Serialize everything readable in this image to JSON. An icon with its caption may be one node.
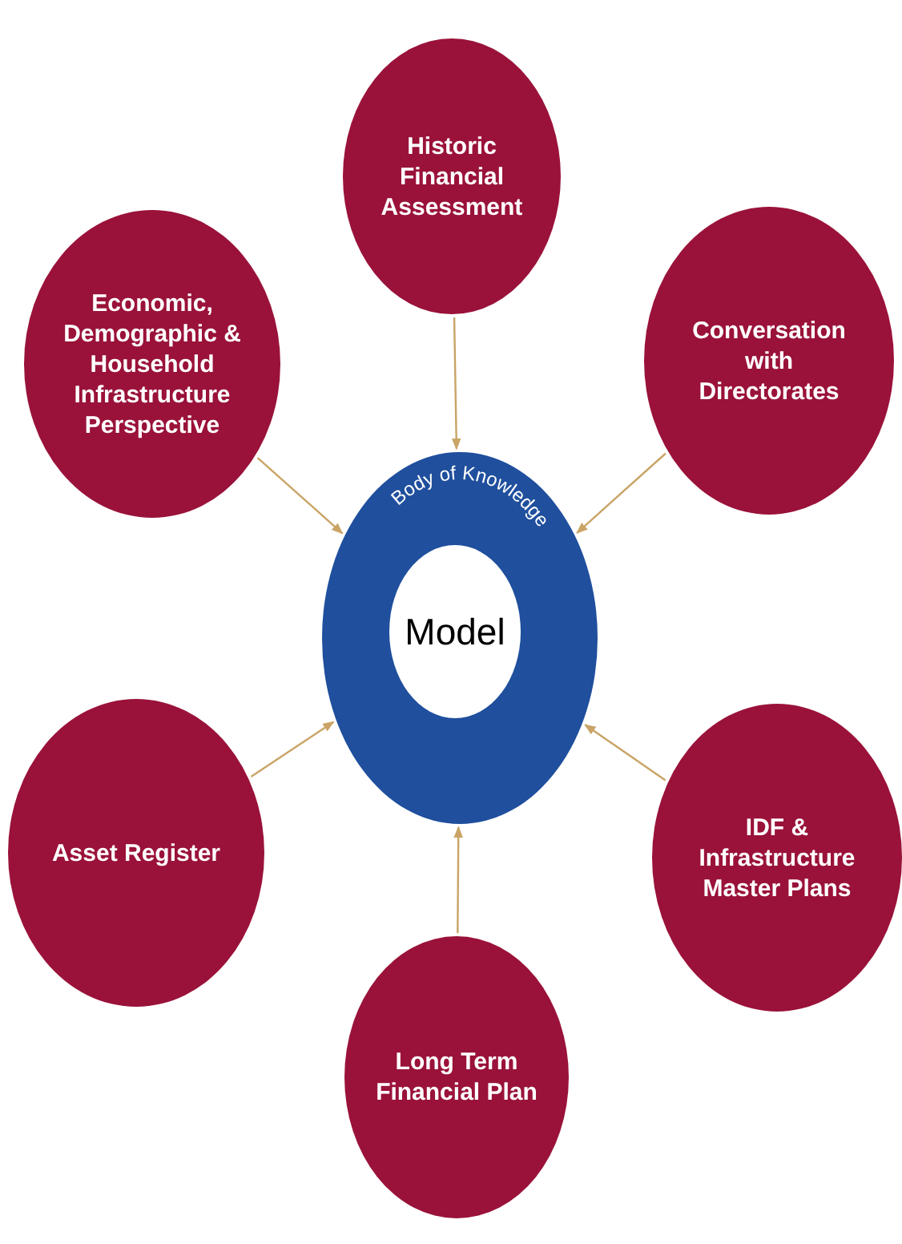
{
  "diagram": {
    "nodes": [
      {
        "text": [
          "Historic Financial Assessment"
        ]
      },
      {
        "text": [
          "Economic, Demographic & Household Infrastructure Perspective"
        ]
      },
      {
        "text": [
          "Conversation with Directorates"
        ]
      },
      {
        "text": [
          "Body of Knowledge",
          "Model"
        ]
      },
      {
        "text": [
          "Asset Register"
        ]
      },
      {
        "text": [
          "IDF & Infrastructure Master Plans"
        ]
      },
      {
        "text": [
          "Long Term Financial Plan"
        ]
      }
    ],
    "edges": [
      {
        "from": 0,
        "to": 3,
        "arrow": "to"
      },
      {
        "from": 1,
        "to": 3,
        "arrow": "to"
      },
      {
        "from": 2,
        "to": 3,
        "arrow": "to"
      },
      {
        "from": 4,
        "to": 3,
        "arrow": "to"
      },
      {
        "from": 5,
        "to": 3,
        "arrow": "to"
      },
      {
        "from": 6,
        "to": 3,
        "arrow": "to"
      }
    ]
  }
}
